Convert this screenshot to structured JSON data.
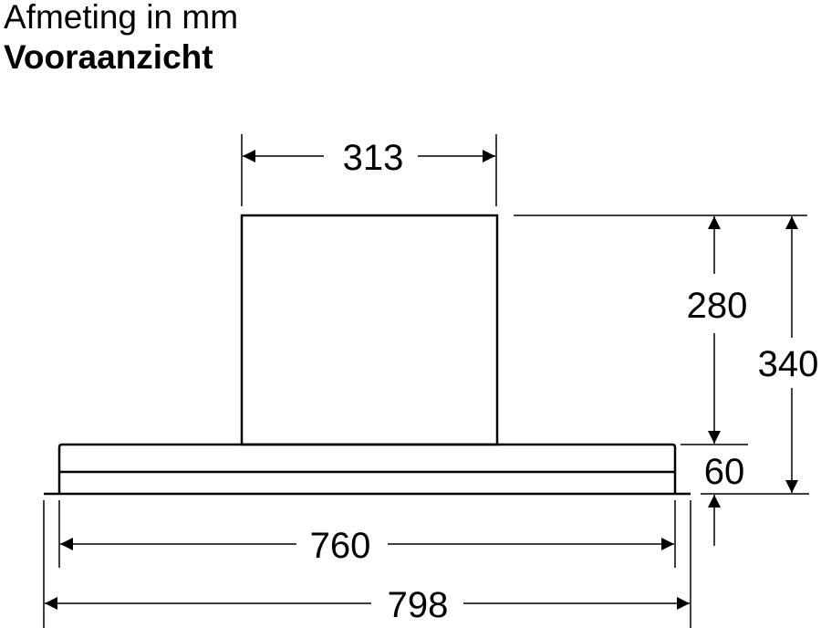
{
  "header": {
    "units_label": "Afmeting in mm",
    "view_title": "Vooraanzicht"
  },
  "drawing": {
    "object": "cooker hood front view",
    "colors": {
      "line": "#000000",
      "background": "#ffffff"
    },
    "dimensions": {
      "chimney_width": "313",
      "chimney_height": "280",
      "total_height": "340",
      "canopy_height": "60",
      "canopy_inner_width": "760",
      "canopy_total_width": "798"
    }
  }
}
